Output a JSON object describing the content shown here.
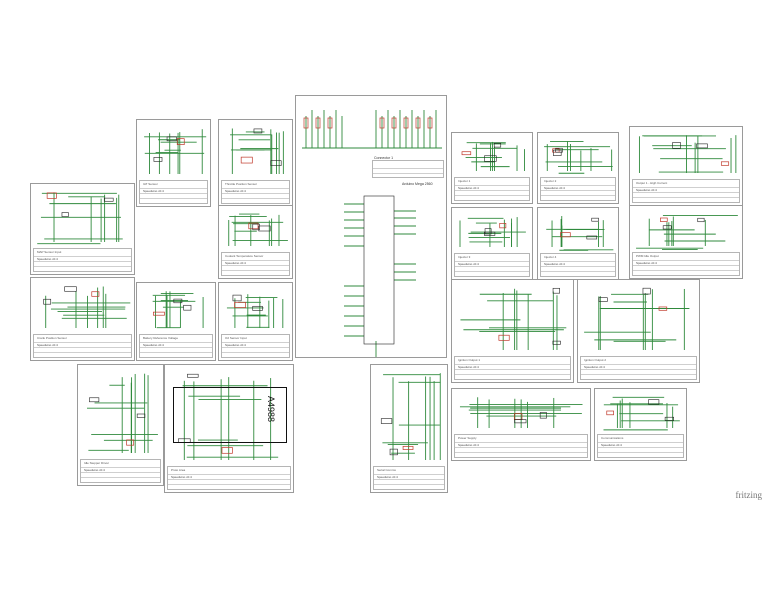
{
  "brand": "fritzing",
  "chip": "A4988",
  "sheets": [
    {
      "id": "main",
      "title": "Speeduino v0.4",
      "sub": "Arduino Mega 2560"
    },
    {
      "id": "iat",
      "title": "IAT Sensor",
      "sub": "Speeduino v0.4"
    },
    {
      "id": "throttle",
      "title": "Throttle Position Sensor",
      "sub": "Speeduino v0.4"
    },
    {
      "id": "map",
      "title": "MAP Sensor Input",
      "sub": "Speeduino v0.4"
    },
    {
      "id": "temp",
      "title": "Coolant Temperature Sensor",
      "sub": "Speeduino v0.4"
    },
    {
      "id": "crank",
      "title": "Crank Position Sensor",
      "sub": "Speeduino v0.4"
    },
    {
      "id": "battery",
      "title": "Battery Reference Voltage",
      "sub": "Speeduino v0.4"
    },
    {
      "id": "o2",
      "title": "O2 Sensor Input",
      "sub": "Speeduino v0.4"
    },
    {
      "id": "inj1",
      "title": "Injector 1",
      "sub": "Speeduino v0.4"
    },
    {
      "id": "inj2",
      "title": "Injector 2",
      "sub": "Speeduino v0.4"
    },
    {
      "id": "inj3",
      "title": "Injector 3",
      "sub": "Speeduino v0.4"
    },
    {
      "id": "inj4",
      "title": "Injector 4",
      "sub": "Speeduino v0.4"
    },
    {
      "id": "hsout",
      "title": "Output 1 - High Current",
      "sub": "Speeduino v0.4"
    },
    {
      "id": "pwm",
      "title": "PWM Idle Output",
      "sub": "Speeduino v0.4"
    },
    {
      "id": "ign1",
      "title": "Ignition Output 1",
      "sub": "Speeduino v0.4"
    },
    {
      "id": "ign2",
      "title": "Ignition Output 2",
      "sub": "Speeduino v0.4"
    },
    {
      "id": "idle",
      "title": "Idle Stepper Driver",
      "sub": "Speeduino v0.4"
    },
    {
      "id": "proto",
      "title": "Proto Area",
      "sub": "Speeduino v0.4"
    },
    {
      "id": "power",
      "title": "Power Supply",
      "sub": "Speeduino v0.4"
    },
    {
      "id": "comm",
      "title": "Communications",
      "sub": "Speeduino v0.4"
    },
    {
      "id": "misc",
      "title": "Serial Comms",
      "sub": "Speeduino v0.4"
    }
  ]
}
